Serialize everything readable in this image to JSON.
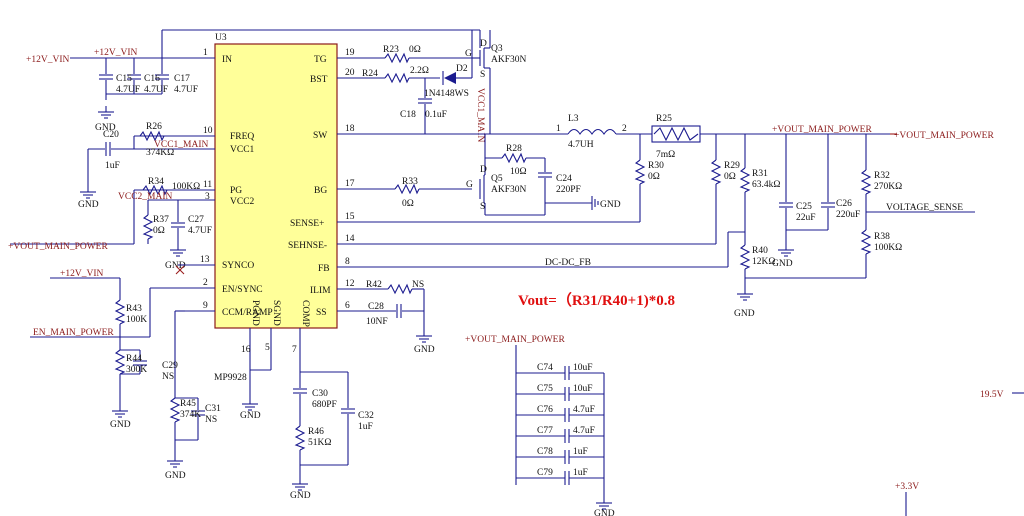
{
  "ic": {
    "ref": "U3",
    "part": "MP9928",
    "pins": [
      {
        "n": "1",
        "name": "IN"
      },
      {
        "n": "19",
        "name": "TG"
      },
      {
        "n": "20",
        "name": "BST"
      },
      {
        "n": "10",
        "name": "FREQ"
      },
      {
        "n": "",
        "name": "VCC1"
      },
      {
        "n": "18",
        "name": "SW"
      },
      {
        "n": "11",
        "name": "PG"
      },
      {
        "n": "3",
        "name": "VCC2"
      },
      {
        "n": "17",
        "name": "BG"
      },
      {
        "n": "15",
        "name": "SENSE+"
      },
      {
        "n": "14",
        "name": "SEHNSE-"
      },
      {
        "n": "13",
        "name": "SYNCO"
      },
      {
        "n": "8",
        "name": "FB"
      },
      {
        "n": "2",
        "name": "EN/SYNC"
      },
      {
        "n": "12",
        "name": "ILIM"
      },
      {
        "n": "9",
        "name": "CCM/RAMP"
      },
      {
        "n": "6",
        "name": "SS"
      },
      {
        "n": "16",
        "name": "PGND"
      },
      {
        "n": "5",
        "name": "SGND"
      },
      {
        "n": "7",
        "name": "COMP"
      }
    ]
  },
  "nets": {
    "v12": "+12V_VIN",
    "v12b": "+12V_VIN",
    "vcc1": "VCC1_MAIN",
    "vcc2": "VCC2_MAIN",
    "vout_a": "+VOUT_MAIN_POWER",
    "vout_b": "+VOUT_MAIN_POWER",
    "vout_c": "+VOUT_MAIN_POWER",
    "vout_d": "+VOUT_MAIN_POWER",
    "vsense": "VOLTAGE_SENSE",
    "en": "EN_MAIN_POWER",
    "dcfb": "DC-DC_FB",
    "gnd": "GND",
    "v195": "19.5V",
    "v33": "+3.3V",
    "vcc1v": "VCC1_MAIN"
  },
  "parts": {
    "c15": "C15",
    "c15v": "4.7UF",
    "c16": "C16",
    "c16v": "4.7UF",
    "c17": "C17",
    "c17v": "4.7UF",
    "c20": "C20",
    "c20v": "1uF",
    "r26": "R26",
    "r26v": "374KΩ",
    "r34": "R34",
    "r34v": "100KΩ",
    "r37": "R37",
    "r37v": "0Ω",
    "c27": "C27",
    "c27v": "4.7UF",
    "r43": "R43",
    "r43v": "100K",
    "r44": "R44",
    "r44v": "300K",
    "c29": "C29",
    "c29v": "NS",
    "r45": "R45",
    "r45v": "374K",
    "c31": "C31",
    "c31v": "NS",
    "r23": "R23",
    "r23v": "0Ω",
    "r24": "R24",
    "r24v": "2.2Ω",
    "d2": "D2",
    "d2v": "1N4148WS",
    "c18": "C18",
    "c18v": "0.1uF",
    "q3": "Q3",
    "q3v": "AKF30N",
    "q5": "Q5",
    "q5v": "AKF30N",
    "r28": "R28",
    "r28v": "10Ω",
    "c24": "C24",
    "c24v": "220PF",
    "r33": "R33",
    "r33v": "0Ω",
    "l3": "L3",
    "l3v": "4.7UH",
    "r25": "R25",
    "r25v": "7mΩ",
    "r30": "R30",
    "r30v": "0Ω",
    "r29": "R29",
    "r29v": "0Ω",
    "r31": "R31",
    "r31v": "63.4kΩ",
    "r40": "R40",
    "r40v": "12KΩ",
    "c25": "C25",
    "c25v": "22uF",
    "c26": "C26",
    "c26v": "220uF",
    "r32": "R32",
    "r32v": "270KΩ",
    "r38": "R38",
    "r38v": "100KΩ",
    "r42": "R42",
    "r42v": "NS",
    "c28": "C28",
    "c28v": "10NF",
    "c30": "C30",
    "c30v": "680PF",
    "r46": "R46",
    "r46v": "51KΩ",
    "c32": "C32",
    "c32v": "1uF",
    "l3p1": "1",
    "l3p2": "2"
  },
  "fet_pins": {
    "g": "G",
    "d": "D",
    "s": "S"
  },
  "cap_bank": [
    {
      "ref": "C74",
      "val": "10uF"
    },
    {
      "ref": "C75",
      "val": "10uF"
    },
    {
      "ref": "C76",
      "val": "4.7uF"
    },
    {
      "ref": "C77",
      "val": "4.7uF"
    },
    {
      "ref": "C78",
      "val": "1uF"
    },
    {
      "ref": "C79",
      "val": "1uF"
    }
  ],
  "formula": "Vout=（R31/R40+1)*0.8",
  "colors": {
    "wire": "#1b1b8f",
    "net": "#9a1c1c",
    "ic": "#ffff99",
    "formula": "#e01010"
  }
}
